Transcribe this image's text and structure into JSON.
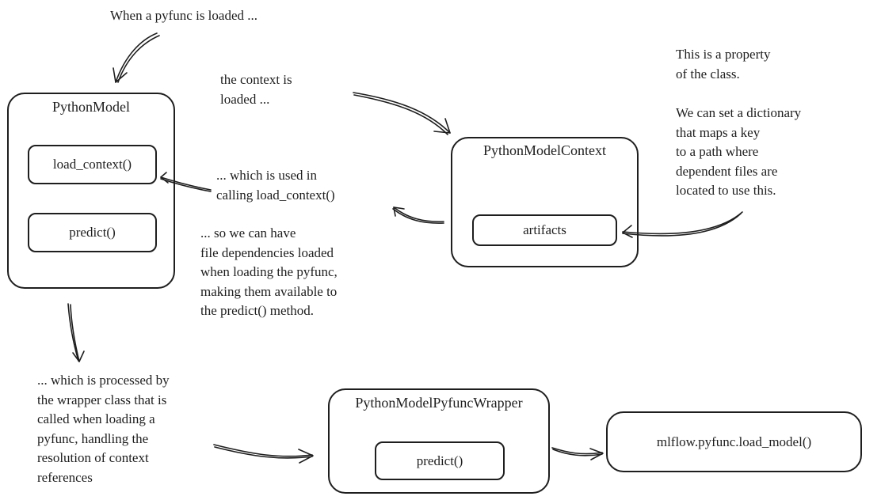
{
  "notes": {
    "pyfunc_loaded": "When a pyfunc is loaded ...",
    "context_loaded": [
      "the context is",
      "loaded ..."
    ],
    "used_in": [
      "... which is used in",
      "calling load_context()"
    ],
    "file_dependencies": [
      "... so we can have",
      "file dependencies loaded",
      "when loading the pyfunc,",
      "making them available to",
      "the predict() method."
    ],
    "property": [
      "This is a property",
      "of the class."
    ],
    "dictionary": [
      "We can set a dictionary",
      "that maps a key",
      "to a path where",
      "dependent files are",
      "located to use this."
    ],
    "processed_by": [
      "... which is processed by",
      "the wrapper class that is",
      "called when loading a",
      "pyfunc, handling the",
      "resolution of context",
      "references"
    ]
  },
  "boxes": {
    "python_model": {
      "title": "PythonModel",
      "methods": [
        "load_context()",
        "predict()"
      ]
    },
    "python_model_context": {
      "title": "PythonModelContext",
      "attribute": "artifacts"
    },
    "pyfunc_wrapper": {
      "title": "PythonModelPyfuncWrapper",
      "method": "predict()"
    },
    "load_model": {
      "label": "mlflow.pyfunc.load_model()"
    }
  }
}
